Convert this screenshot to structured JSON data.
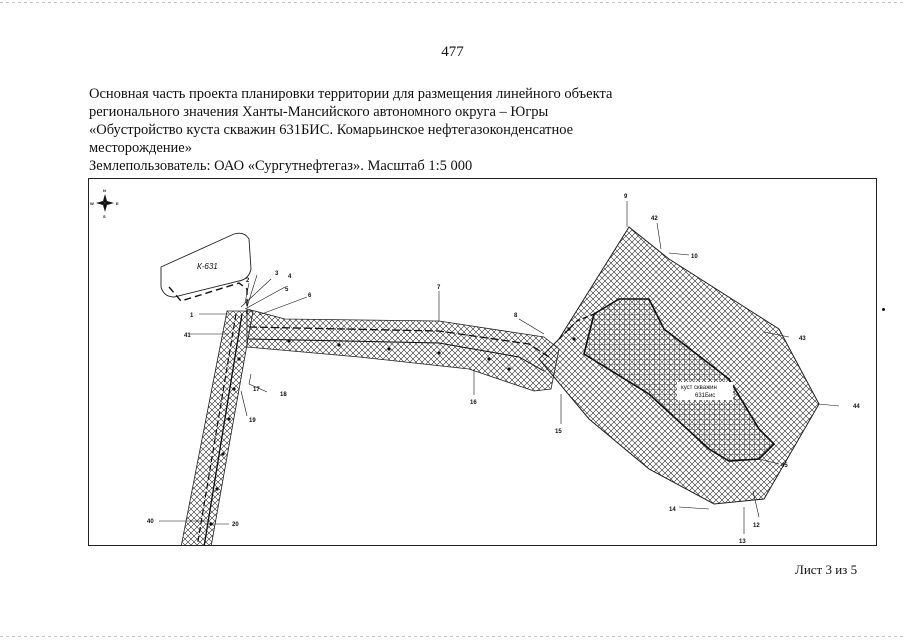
{
  "page_number": "477",
  "heading": {
    "line1": "Основная часть проекта планировки территории для размещения линейного объекта",
    "line2": "регионального значения Ханты-Мансийского автономного округа – Югры",
    "line3": "«Обустройство куста скважин 631БИС. Комарьинское нефтегазоконденсатное",
    "line4": "месторождение»",
    "line5": "Землепользователь: ОАО «Сургутнефтегаз». Масштаб 1:5 000"
  },
  "map": {
    "compass": {
      "n": "N",
      "s": "S",
      "w": "W",
      "e": "E"
    },
    "site_label": "К-631",
    "pad_label_line1": "куст скважин",
    "pad_label_line2": "631Бис",
    "points": [
      "1",
      "2",
      "3",
      "4",
      "5",
      "6",
      "7",
      "8",
      "9",
      "10",
      "12",
      "13",
      "14",
      "15",
      "16",
      "17",
      "18",
      "19",
      "20",
      "40",
      "41",
      "42",
      "43",
      "44",
      "45"
    ]
  },
  "sheet_label": "Лист 3 из 5"
}
